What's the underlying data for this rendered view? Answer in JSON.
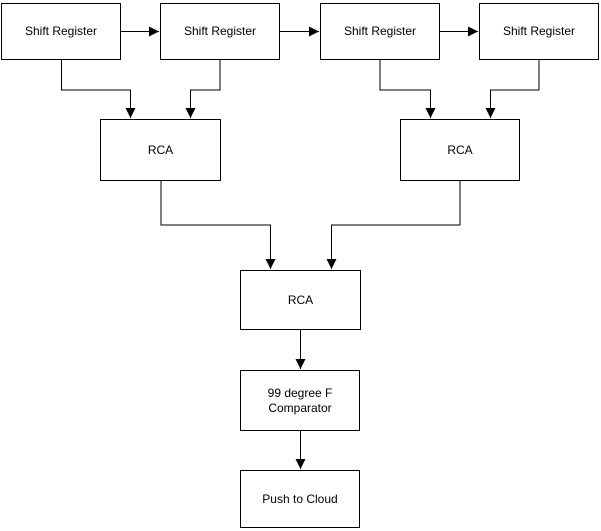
{
  "diagram": {
    "background": "#ffffff",
    "stroke_color": "#000000",
    "text_color": "#000000",
    "nodes": [
      {
        "id": "shift-register-1",
        "label": "Shift Register"
      },
      {
        "id": "shift-register-2",
        "label": "Shift Register"
      },
      {
        "id": "shift-register-3",
        "label": "Shift Register"
      },
      {
        "id": "shift-register-4",
        "label": "Shift Register"
      },
      {
        "id": "rca-left",
        "label": "RCA"
      },
      {
        "id": "rca-right",
        "label": "RCA"
      },
      {
        "id": "rca-center",
        "label": "RCA"
      },
      {
        "id": "comparator",
        "label": "99 degree F Comparator"
      },
      {
        "id": "push-to-cloud",
        "label": "Push to Cloud"
      }
    ],
    "edges": [
      {
        "from": "shift-register-1",
        "to": "shift-register-2"
      },
      {
        "from": "shift-register-2",
        "to": "shift-register-3"
      },
      {
        "from": "shift-register-3",
        "to": "shift-register-4"
      },
      {
        "from": "shift-register-1",
        "to": "rca-left"
      },
      {
        "from": "shift-register-2",
        "to": "rca-left"
      },
      {
        "from": "shift-register-3",
        "to": "rca-right"
      },
      {
        "from": "shift-register-4",
        "to": "rca-right"
      },
      {
        "from": "rca-left",
        "to": "rca-center"
      },
      {
        "from": "rca-right",
        "to": "rca-center"
      },
      {
        "from": "rca-center",
        "to": "comparator"
      },
      {
        "from": "comparator",
        "to": "push-to-cloud"
      }
    ]
  }
}
